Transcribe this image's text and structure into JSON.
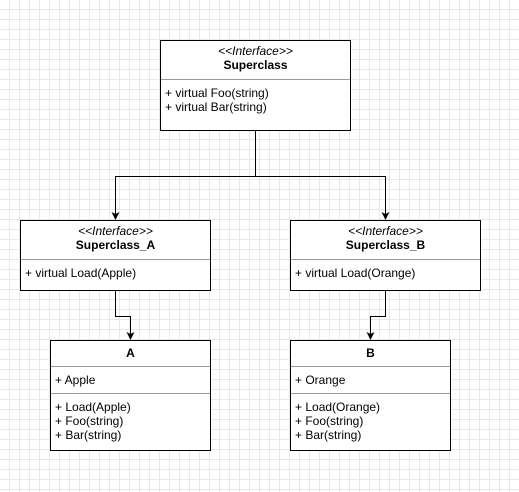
{
  "diagram": {
    "superclass": {
      "stereotype": "<<Interface>>",
      "name": "Superclass",
      "methods": [
        "+ virtual Foo(string)",
        "+ virtual Bar(string)"
      ]
    },
    "superclass_a": {
      "stereotype": "<<Interface>>",
      "name": "Superclass_A",
      "methods": [
        "+ virtual Load(Apple)"
      ]
    },
    "superclass_b": {
      "stereotype": "<<Interface>>",
      "name": "Superclass_B",
      "methods": [
        "+ virtual Load(Orange)"
      ]
    },
    "class_a": {
      "name": "A",
      "attributes": [
        "+ Apple"
      ],
      "methods": [
        "+ Load(Apple)",
        "+ Foo(string)",
        "+ Bar(string)"
      ]
    },
    "class_b": {
      "name": "B",
      "attributes": [
        "+ Orange"
      ],
      "methods": [
        "+ Load(Orange)",
        "+ Foo(string)",
        "+ Bar(string)"
      ]
    }
  }
}
